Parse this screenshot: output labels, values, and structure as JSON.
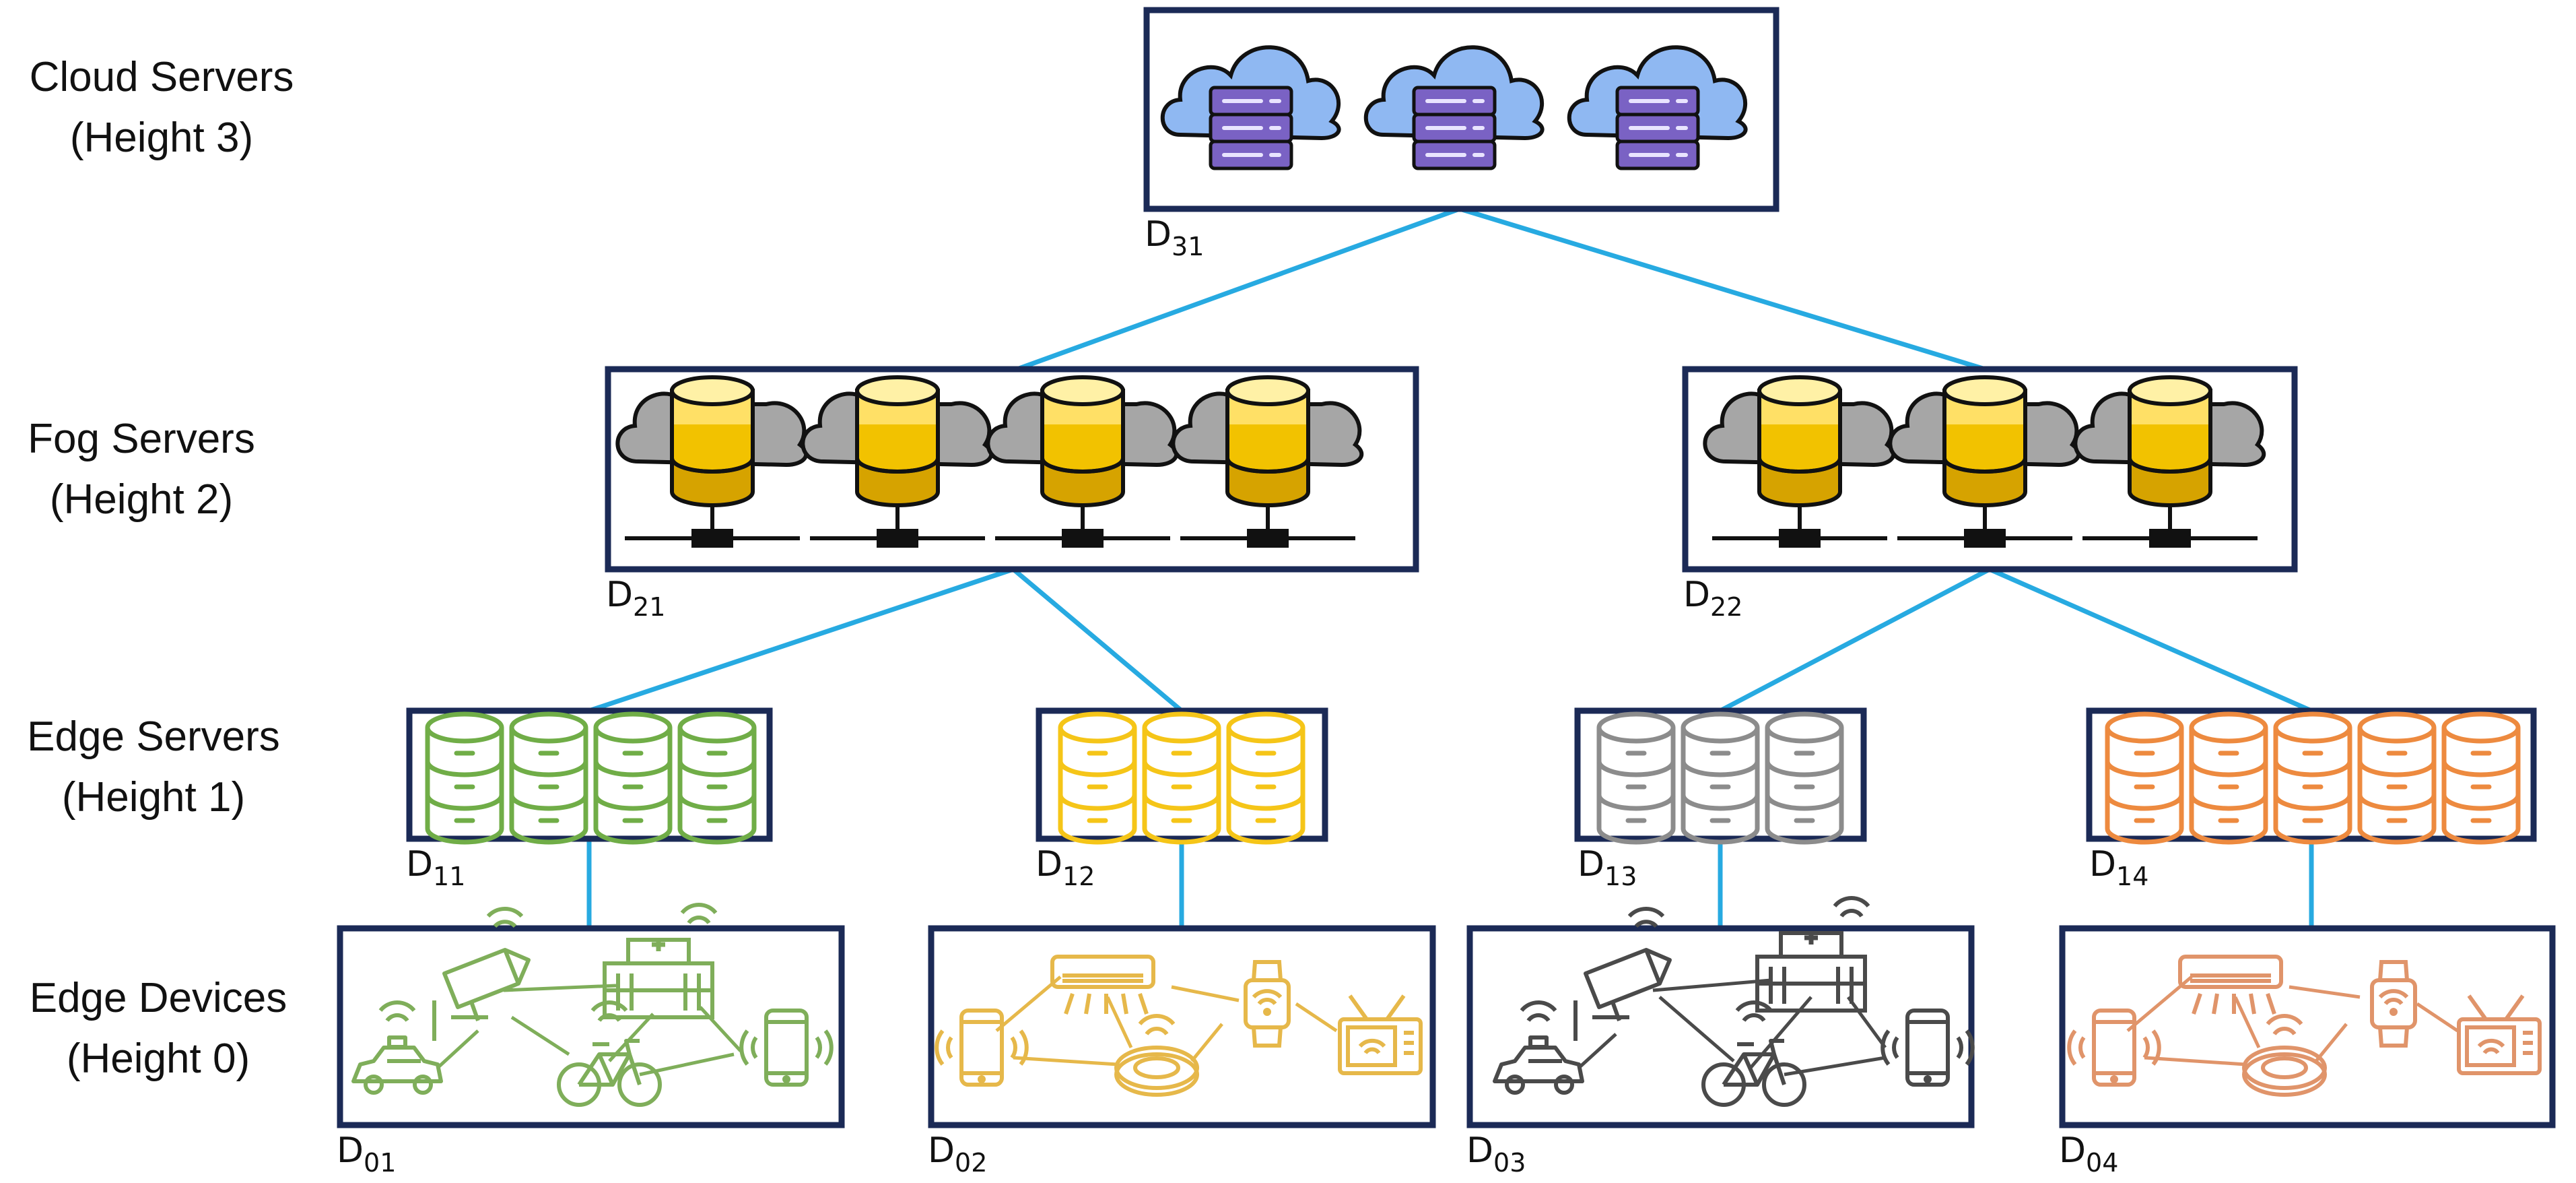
{
  "levels": [
    {
      "line1": "Cloud Servers",
      "line2": "(Height 3)"
    },
    {
      "line1": "Fog Servers",
      "line2": "(Height 2)"
    },
    {
      "line1": "Edge Servers",
      "line2": "(Height 1)"
    },
    {
      "line1": "Edge Devices",
      "line2": "(Height 0)"
    }
  ],
  "nodes": {
    "d31": {
      "base": "D",
      "sub": "31"
    },
    "d21": {
      "base": "D",
      "sub": "21"
    },
    "d22": {
      "base": "D",
      "sub": "22"
    },
    "d11": {
      "base": "D",
      "sub": "11"
    },
    "d12": {
      "base": "D",
      "sub": "12"
    },
    "d13": {
      "base": "D",
      "sub": "13"
    },
    "d14": {
      "base": "D",
      "sub": "14"
    },
    "d01": {
      "base": "D",
      "sub": "01"
    },
    "d02": {
      "base": "D",
      "sub": "02"
    },
    "d03": {
      "base": "D",
      "sub": "03"
    },
    "d04": {
      "base": "D",
      "sub": "04"
    }
  },
  "icons": {
    "cloud": "cloud-server-icon",
    "fog": "fog-database-server-icon",
    "edge": "edge-database-icon",
    "devices": [
      "security-camera-icon",
      "hospital-icon",
      "smartphone-icon",
      "taxi-icon",
      "bicycle-icon",
      "air-conditioner-icon",
      "robot-vacuum-icon",
      "smartwatch-icon",
      "smart-tv-icon"
    ]
  },
  "colors": {
    "box_border": "#1b2a56",
    "link": "#27aae1",
    "cloud_fill": "#8fb8f2",
    "cloud_server": "#7a62c4",
    "fog_cloud": "#a6a6a6",
    "fog_db": "#f2c200",
    "edge_green": "#70ad47",
    "edge_yellow": "#f5c518",
    "edge_gray": "#8c8c8c",
    "edge_orange": "#ed8a3f",
    "device_green": "#7fae5a",
    "device_yellow": "#e6b84a",
    "device_dark": "#4a4a4a",
    "device_orange": "#e0946a"
  }
}
